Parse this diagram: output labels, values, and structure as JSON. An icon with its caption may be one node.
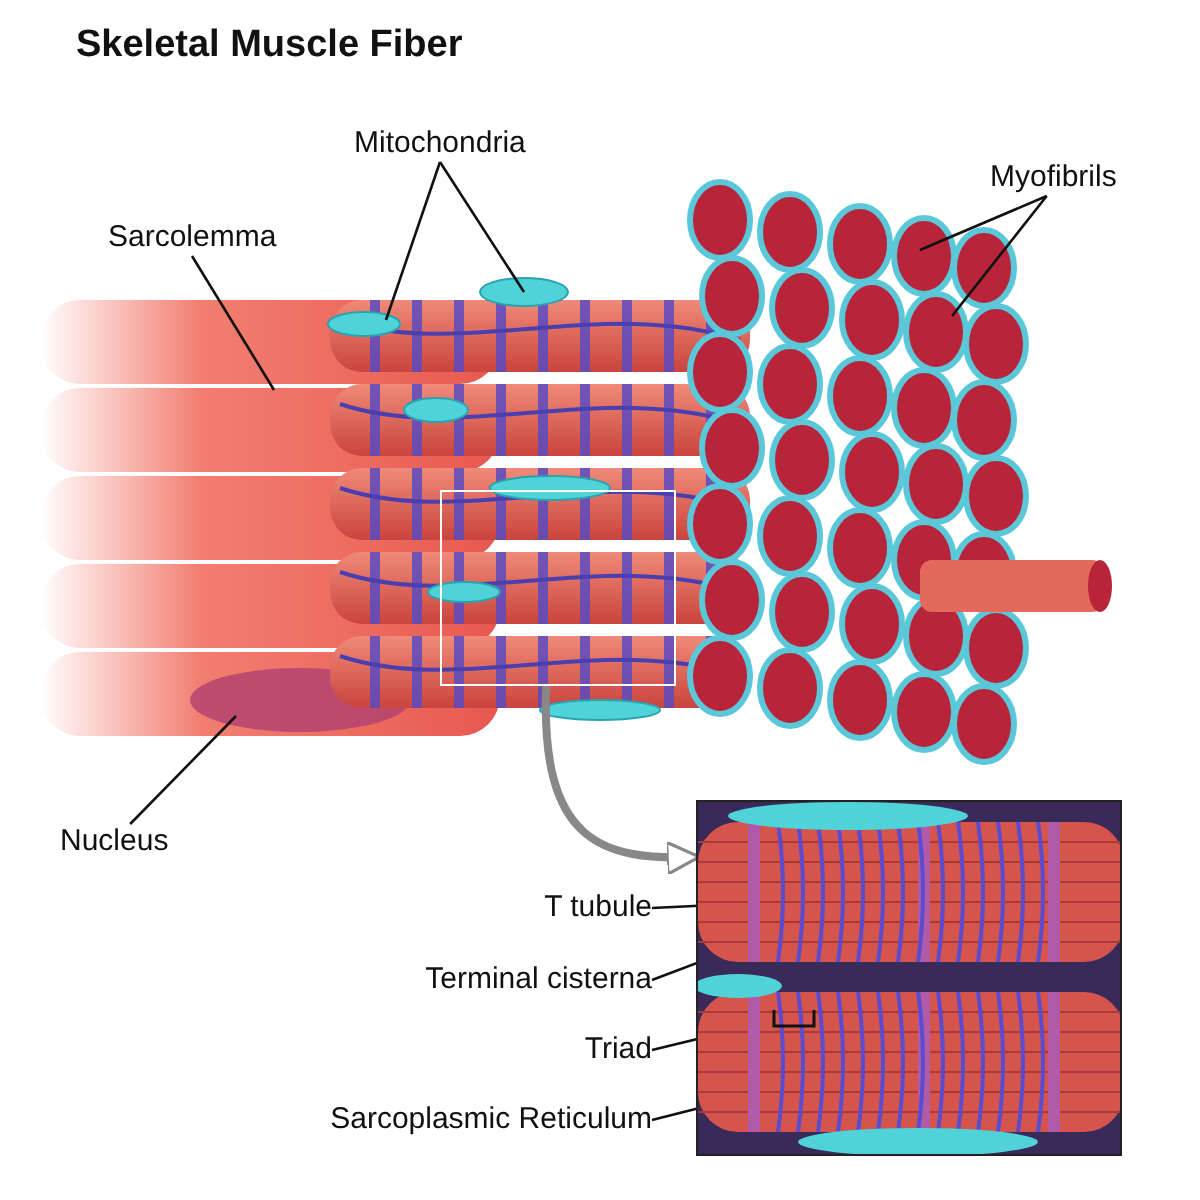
{
  "diagram": {
    "title": "Skeletal Muscle Fiber",
    "nodes": [
      {
        "text": [
          "Mitochondria"
        ]
      },
      {
        "text": [
          "Myofibrils"
        ]
      },
      {
        "text": [
          "Sarcolemma"
        ]
      },
      {
        "text": [],
        "shape": "box"
      },
      {
        "text": [
          "Nucleus"
        ]
      },
      {
        "text": [],
        "shape": "picture"
      },
      {
        "text": [
          "T tubule"
        ]
      },
      {
        "text": [
          "Terminal cisterna"
        ]
      },
      {
        "text": [
          "Triad"
        ]
      },
      {
        "text": [
          "Sarcoplasmic Reticulum"
        ]
      }
    ],
    "edges": [
      {
        "from": 0,
        "to": null,
        "arrow": "none"
      },
      {
        "from": 0,
        "to": null,
        "arrow": "none"
      },
      {
        "from": 1,
        "to": null,
        "arrow": "none"
      },
      {
        "from": 1,
        "to": null,
        "arrow": "none"
      },
      {
        "from": 2,
        "to": null,
        "arrow": "none"
      },
      {
        "from": 4,
        "to": null,
        "arrow": "none"
      },
      {
        "from": 3,
        "to": 5,
        "arrow": "to",
        "style": "thick",
        "color": "#888888"
      },
      {
        "from": 6,
        "to": 5,
        "arrow": "none"
      },
      {
        "from": 7,
        "to": 5,
        "arrow": "none"
      },
      {
        "from": 8,
        "to": 5,
        "arrow": "none"
      },
      {
        "from": 9,
        "to": 5,
        "arrow": "none"
      }
    ]
  }
}
